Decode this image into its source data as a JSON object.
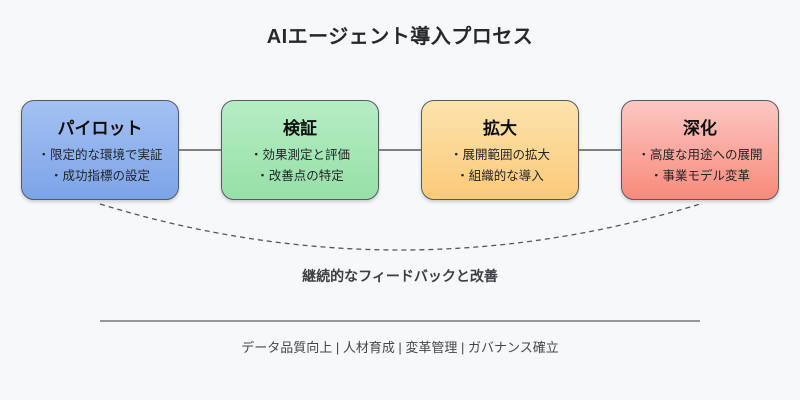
{
  "title": "AIエージェント導入プロセス",
  "stages": [
    {
      "name": "パイロット",
      "bullets": [
        "・限定的な環境で実証",
        "・成功指標の設定"
      ],
      "fill_top": "#a4c1f2",
      "fill_bottom": "#7da4e8"
    },
    {
      "name": "検証",
      "bullets": [
        "・効果測定と評価",
        "・改善点の特定"
      ],
      "fill_top": "#b5edc2",
      "fill_bottom": "#97e0a9"
    },
    {
      "name": "拡大",
      "bullets": [
        "・展開範囲の拡大",
        "・組織的な導入"
      ],
      "fill_top": "#fde3ad",
      "fill_bottom": "#fbca79"
    },
    {
      "name": "深化",
      "bullets": [
        "・高度な用途への展開",
        "・事業モデル変革"
      ],
      "fill_top": "#fcc7c3",
      "fill_bottom": "#f88a7b"
    }
  ],
  "feedback_label": "継続的なフィードバックと改善",
  "footer_text": "データ品質向上 | 人材育成 | 変革管理 | ガバナンス確立",
  "colors": {
    "background": "#f7f8fa",
    "box_border": "#555b63",
    "connector": "#808080",
    "feedback_arc": "#555555",
    "divider": "#98989c"
  }
}
